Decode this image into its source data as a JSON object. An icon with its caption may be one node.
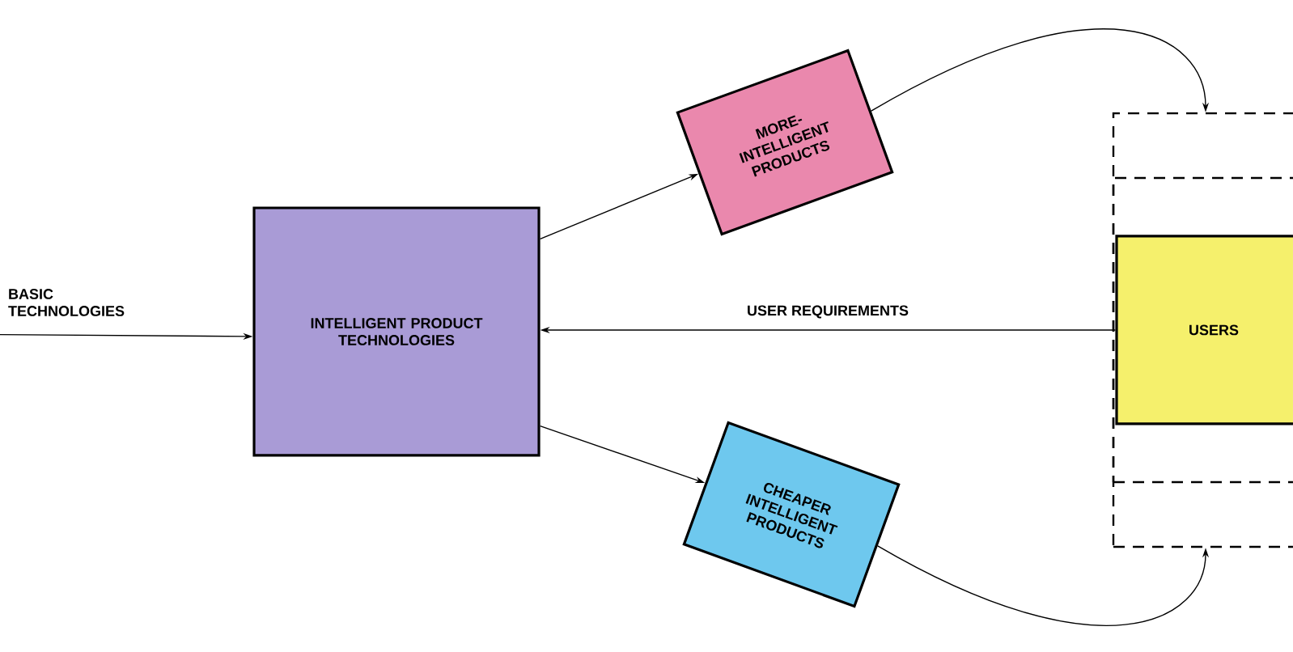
{
  "diagram": {
    "nodes": [
      {
        "text": [
          "BASIC TECHNOLOGIES"
        ]
      },
      {
        "text": [
          "INTELLIGENT PRODUCT TECHNOLOGIES"
        ]
      },
      {
        "text": [
          "MORE-INTELLIGENT PRODUCTS"
        ]
      },
      {
        "text": [
          "CHEAPER INTELLIGENT PRODUCTS"
        ]
      },
      {
        "text": [],
        "shape": "box"
      },
      {
        "text": [],
        "shape": "box",
        "in": 4
      },
      {
        "text": [
          "USERS"
        ],
        "in": 5
      }
    ],
    "edges": [
      {
        "from": 0,
        "to": 1,
        "arrow": "to"
      },
      {
        "from": 1,
        "to": 2,
        "arrow": "to"
      },
      {
        "from": 1,
        "to": 3,
        "arrow": "to"
      },
      {
        "from": 2,
        "to": 4,
        "arrow": "to"
      },
      {
        "from": 3,
        "to": 4,
        "arrow": "to"
      },
      {
        "from": 6,
        "to": 1,
        "arrow": "to",
        "label": "USER REQUIREMENTS"
      }
    ]
  }
}
